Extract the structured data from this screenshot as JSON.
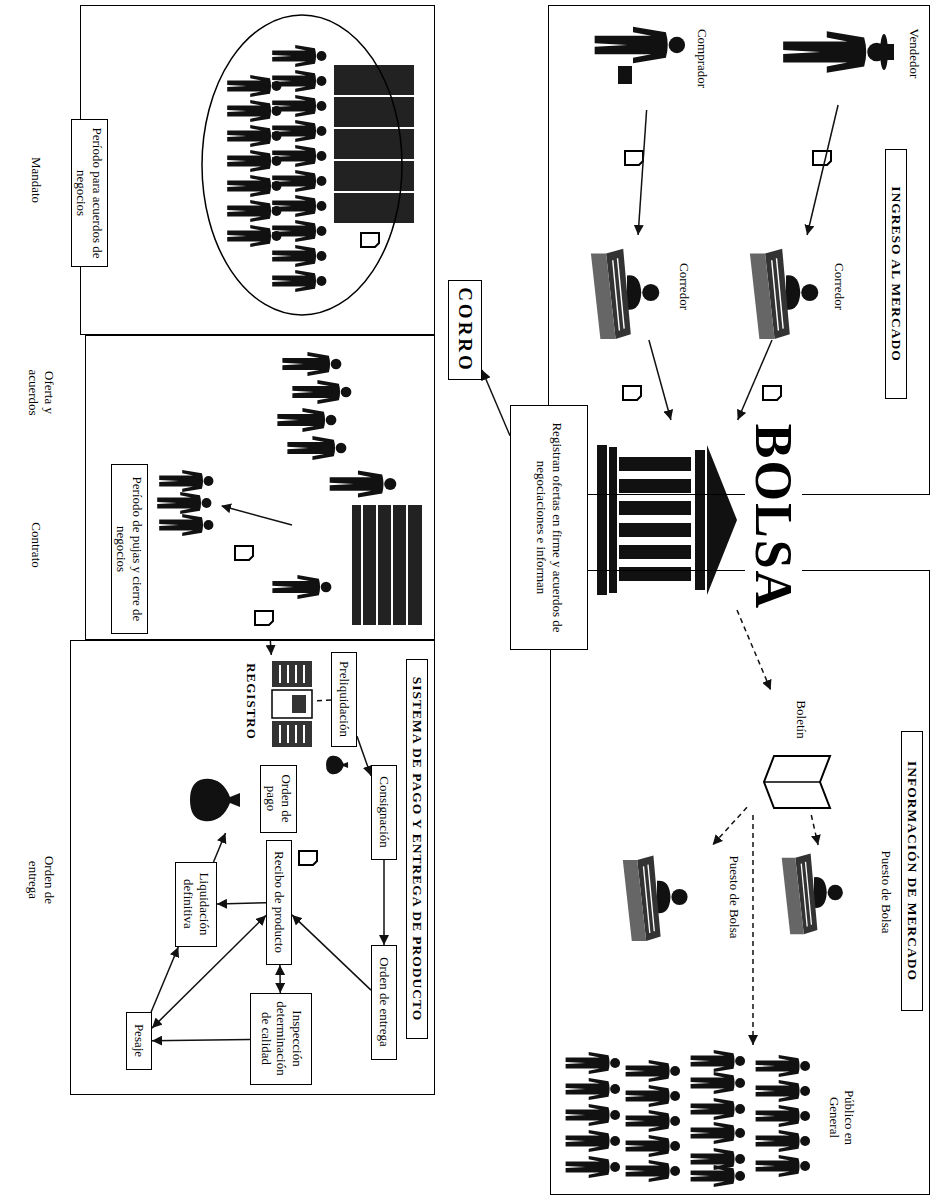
{
  "diagram": {
    "nodes": [
      {
        "text": [
          "INGRESO AL MERCADO"
        ]
      },
      {
        "text": [
          "Vendedor"
        ],
        "in": 0
      },
      {
        "text": [
          "Comprador"
        ],
        "in": 0
      },
      {
        "text": [
          "Corredor"
        ],
        "in": 0
      },
      {
        "text": [
          "Corredor"
        ],
        "in": 0
      },
      {
        "text": [
          "BOLSA"
        ]
      },
      {
        "text": [
          "Registran ofertas en firme y acuerdos de negociaciones e informan"
        ]
      },
      {
        "text": [
          "INFORMACIÓN DE MERCADO"
        ]
      },
      {
        "text": [
          "Boletín"
        ],
        "in": 7
      },
      {
        "text": [
          "Puesto de Bolsa"
        ],
        "in": 7
      },
      {
        "text": [
          "Puesto de Bolsa"
        ],
        "in": 7
      },
      {
        "text": [
          "Público en General"
        ],
        "in": 7
      },
      {
        "text": [
          "CORRO"
        ]
      },
      {
        "text": [
          "Período para acuerdos de negocios"
        ]
      },
      {
        "text": [
          "Período de pujas y cierre de negocios"
        ]
      },
      {
        "text": [
          "SISTEMA DE PAGO Y ENTREGA DE PRODUCTO"
        ]
      },
      {
        "text": [
          "Preliquidación"
        ],
        "in": 15
      },
      {
        "text": [
          "Consignación"
        ],
        "in": 15
      },
      {
        "text": [
          "Orden de entrega"
        ],
        "in": 15
      },
      {
        "text": [
          "REGISTRO"
        ],
        "in": 15
      },
      {
        "text": [
          "Inspección determinación de calidad"
        ],
        "in": 15
      },
      {
        "text": [
          "Recibo de producto"
        ],
        "in": 15
      },
      {
        "text": [
          "Orden de pago"
        ],
        "in": 15
      },
      {
        "text": [
          "Pesaje"
        ],
        "in": 15
      },
      {
        "text": [
          "Liquidación definitiva"
        ],
        "in": 15
      }
    ],
    "edges": [
      {
        "from": 1,
        "to": 3,
        "arrow": "to"
      },
      {
        "from": 2,
        "to": 4,
        "arrow": "to"
      },
      {
        "from": 3,
        "to": 5,
        "arrow": "to"
      },
      {
        "from": 4,
        "to": 5,
        "arrow": "to"
      },
      {
        "from": 6,
        "to": 12,
        "arrow": "to"
      },
      {
        "from": 5,
        "to": 8,
        "arrow": "to"
      },
      {
        "from": 8,
        "to": 9,
        "arrow": "to"
      },
      {
        "from": 8,
        "to": 10,
        "arrow": "to"
      },
      {
        "from": 8,
        "to": 11,
        "arrow": "to"
      },
      {
        "from": 14,
        "to": 19,
        "arrow": "to"
      },
      {
        "from": 16,
        "to": 19,
        "arrow": "none"
      },
      {
        "from": 16,
        "to": 17,
        "arrow": "to"
      },
      {
        "from": 17,
        "to": 18,
        "arrow": "to"
      },
      {
        "from": 18,
        "to": 21,
        "arrow": "to"
      },
      {
        "from": 21,
        "to": 20,
        "arrow": "both"
      },
      {
        "from": 21,
        "to": 23,
        "arrow": "both"
      },
      {
        "from": 20,
        "to": 23,
        "arrow": "to"
      },
      {
        "from": 23,
        "to": 24,
        "arrow": "to"
      },
      {
        "from": 21,
        "to": 24,
        "arrow": "to"
      },
      {
        "from": 24,
        "to": 22,
        "arrow": "to"
      }
    ],
    "labels": [
      "Mandato",
      "Oferta y acuerdos",
      "Contrato",
      "Orden de entrega"
    ]
  }
}
